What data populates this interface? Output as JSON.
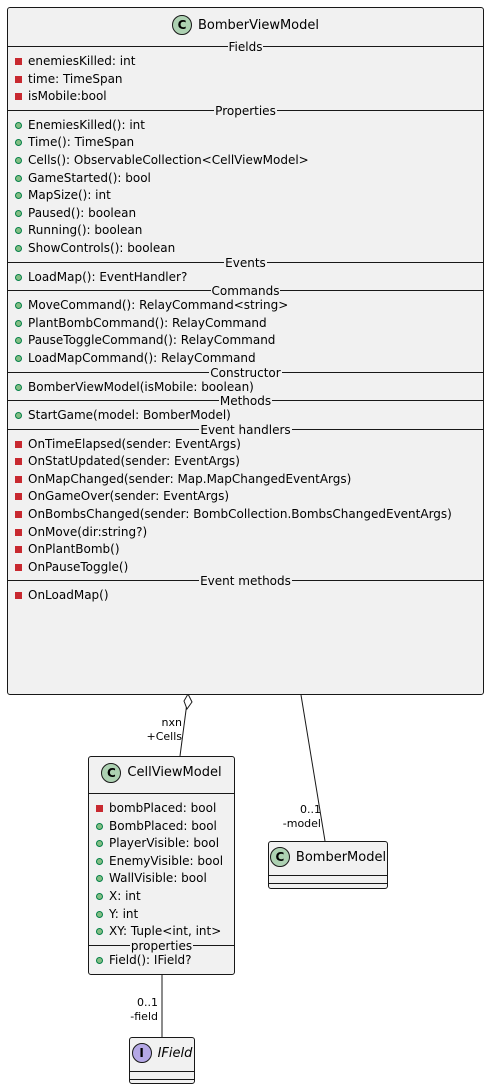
{
  "classes": {
    "bomber_view_model": {
      "name": "BomberViewModel",
      "stereotype_letter": "C",
      "sections": [
        {
          "title": "Fields",
          "members": [
            {
              "vis": "private",
              "text": "enemiesKilled: int"
            },
            {
              "vis": "private",
              "text": "time: TimeSpan"
            },
            {
              "vis": "private",
              "text": "isMobile:bool"
            }
          ]
        },
        {
          "title": "Properties",
          "members": [
            {
              "vis": "public",
              "text": "EnemiesKilled(): int"
            },
            {
              "vis": "public",
              "text": "Time(): TimeSpan"
            },
            {
              "vis": "public",
              "text": "Cells(): ObservableCollection<CellViewModel>"
            },
            {
              "vis": "public",
              "text": "GameStarted(): bool"
            },
            {
              "vis": "public",
              "text": "MapSize(): int"
            },
            {
              "vis": "public",
              "text": "Paused(): boolean"
            },
            {
              "vis": "public",
              "text": "Running(): boolean"
            },
            {
              "vis": "public",
              "text": "ShowControls(): boolean"
            }
          ]
        },
        {
          "title": "Events",
          "members": [
            {
              "vis": "public",
              "text": "LoadMap(): EventHandler?"
            }
          ]
        },
        {
          "title": "Commands",
          "members": [
            {
              "vis": "public",
              "text": "MoveCommand(): RelayCommand<string>"
            },
            {
              "vis": "public",
              "text": "PlantBombCommand(): RelayCommand"
            },
            {
              "vis": "public",
              "text": "PauseToggleCommand(): RelayCommand"
            },
            {
              "vis": "public",
              "text": "LoadMapCommand(): RelayCommand"
            }
          ]
        },
        {
          "title": "Constructor",
          "members": [
            {
              "vis": "public",
              "text": "BomberViewModel(isMobile: boolean)"
            }
          ]
        },
        {
          "title": "Methods",
          "members": [
            {
              "vis": "public",
              "text": "StartGame(model: BomberModel)"
            }
          ]
        },
        {
          "title": "Event handlers",
          "members": [
            {
              "vis": "private",
              "text": "OnTimeElapsed(sender: EventArgs)"
            },
            {
              "vis": "private",
              "text": "OnStatUpdated(sender: EventArgs)"
            },
            {
              "vis": "private",
              "text": "OnMapChanged(sender: Map.MapChangedEventArgs)"
            },
            {
              "vis": "private",
              "text": "OnGameOver(sender: EventArgs)"
            },
            {
              "vis": "private",
              "text": "OnBombsChanged(sender: BombCollection.BombsChangedEventArgs)"
            },
            {
              "vis": "private",
              "text": "OnMove(dir:string?)"
            },
            {
              "vis": "private",
              "text": "OnPlantBomb()"
            },
            {
              "vis": "private",
              "text": "OnPauseToggle()"
            }
          ]
        },
        {
          "title": "Event methods",
          "members": [
            {
              "vis": "private",
              "text": "OnLoadMap()"
            }
          ]
        }
      ]
    },
    "cell_view_model": {
      "name": "CellViewModel",
      "stereotype_letter": "C",
      "sections": [
        {
          "title": "",
          "members": [
            {
              "vis": "private",
              "text": "bombPlaced: bool"
            },
            {
              "vis": "public",
              "text": "BombPlaced: bool"
            },
            {
              "vis": "public",
              "text": "PlayerVisible: bool"
            },
            {
              "vis": "public",
              "text": "EnemyVisible: bool"
            },
            {
              "vis": "public",
              "text": "WallVisible: bool"
            },
            {
              "vis": "public",
              "text": "X: int"
            },
            {
              "vis": "public",
              "text": "Y: int"
            },
            {
              "vis": "public",
              "text": "XY: Tuple<int, int>"
            }
          ]
        },
        {
          "title": "properties",
          "members": [
            {
              "vis": "public",
              "text": "Field(): IField?"
            }
          ]
        }
      ]
    },
    "bomber_model": {
      "name": "BomberModel",
      "stereotype_letter": "C",
      "sections": []
    },
    "ifield": {
      "name": "IField",
      "stereotype_letter": "I",
      "sections": []
    }
  },
  "relations": {
    "cells": {
      "multiplicity": "nxn",
      "role": "+Cells"
    },
    "model": {
      "multiplicity": "0..1",
      "role": "-model"
    },
    "field": {
      "multiplicity": "0..1",
      "role": "-field"
    }
  },
  "colors": {
    "class_bg": "#f1f1f1",
    "border": "#181818",
    "class_badge": "#add1b2",
    "interface_badge": "#b4a7e5",
    "private_marker": "#c82930",
    "public_marker": "#84be84"
  }
}
